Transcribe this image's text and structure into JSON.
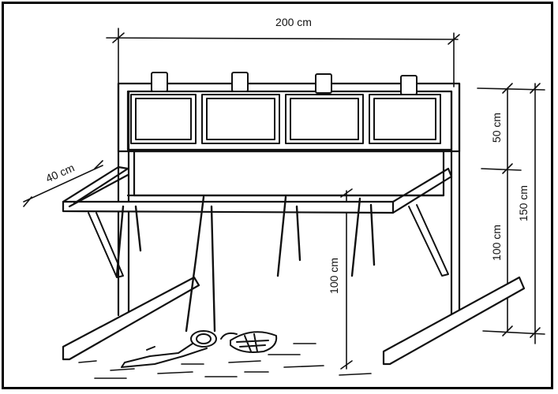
{
  "dimensions": {
    "width_label": "200 cm",
    "depth_label": "40 cm",
    "upper_label": "50 cm",
    "lower_label": "100 cm",
    "total_label": "150 cm",
    "table_height_label": "100 cm"
  }
}
